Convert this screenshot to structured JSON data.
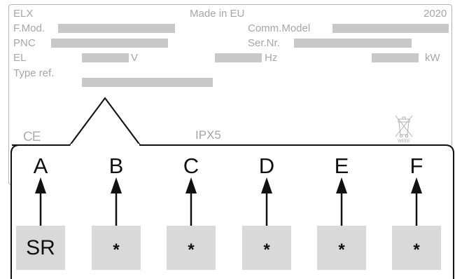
{
  "plate": {
    "brand": "ELX",
    "origin": "Made in EU",
    "year": "2020",
    "fmod_label": "F.Mod.",
    "comm_model_label": "Comm.Model",
    "pnc_label": "PNC",
    "ser_nr_label": "Ser.Nr.",
    "el_label": "EL",
    "unit_v": "V",
    "unit_hz": "Hz",
    "unit_kw": "kW",
    "type_ref_label": "Type ref.",
    "ce_mark": "CE",
    "ip_rating": "IPX5",
    "weee_label": "WEEE"
  },
  "callout": {
    "positions": [
      {
        "letter": "A",
        "code": "SR"
      },
      {
        "letter": "B",
        "code": "*"
      },
      {
        "letter": "C",
        "code": "*"
      },
      {
        "letter": "D",
        "code": "*"
      },
      {
        "letter": "E",
        "code": "*"
      },
      {
        "letter": "F",
        "code": "*"
      }
    ]
  },
  "colors": {
    "plate_text": "#a6a6a6",
    "redaction": "#c8c8c8",
    "code_box": "#d9d9d9",
    "ink": "#111111"
  }
}
